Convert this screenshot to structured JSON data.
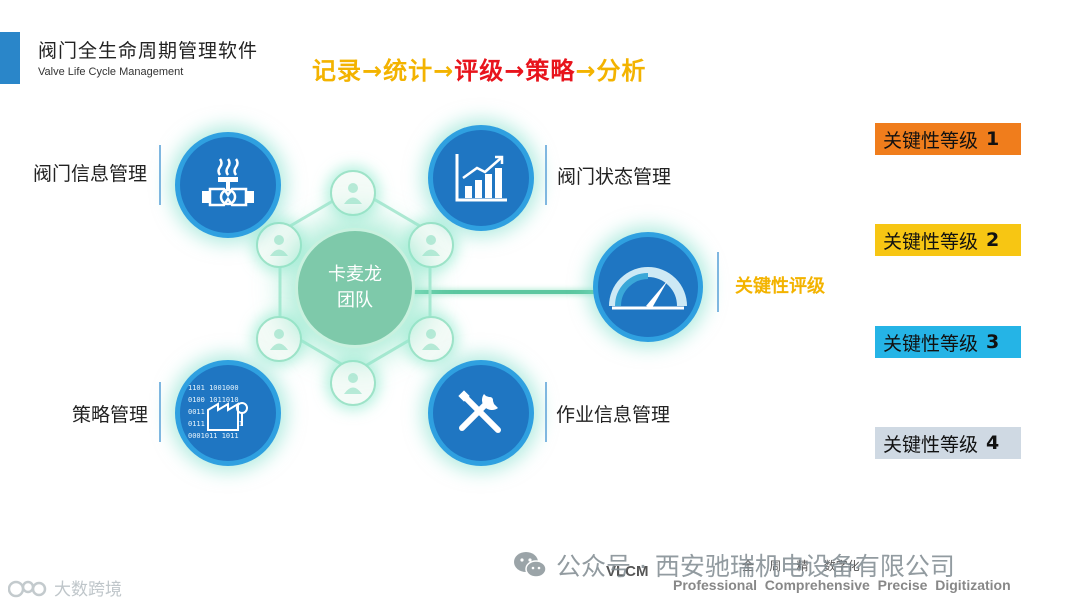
{
  "header": {
    "title_cn": "阀门全生命周期管理软件",
    "title_en": "Valve Life Cycle Management"
  },
  "flow": {
    "step1": "记录",
    "step2": "统计",
    "step3": "评级",
    "step4": "策略",
    "step5": "分析",
    "arrow": "→"
  },
  "center": {
    "line1": "卡麦龙",
    "line2": "团队"
  },
  "modules": {
    "valve_info": "阀门信息管理",
    "valve_status": "阀门状态管理",
    "criticality_rating": "关键性评级",
    "strategy": "策略管理",
    "work_info": "作业信息管理"
  },
  "levels": [
    {
      "text": "关键性等级",
      "num": "1",
      "color": "#f07d1c"
    },
    {
      "text": "关键性等级",
      "num": "2",
      "color": "#f7c613"
    },
    {
      "text": "关键性等级",
      "num": "3",
      "color": "#25b4e6"
    },
    {
      "text": "关键性等级",
      "num": "4",
      "color": "#cfd9e3"
    }
  ],
  "binary_text": "1101 1001000\n0100 1011010\n0011 1111010\n0111 10010101\n0001011 1011",
  "footer": {
    "brand": "VLCM",
    "cn_terms": "全    周    精    数字化",
    "en_terms": "Professional  Comprehensive  Precise  Digitization"
  },
  "watermarks": {
    "wechat": "公众号 · 西安驰瑞机电设备有限公司",
    "corner": "大数跨境"
  },
  "colors": {
    "accent_blue": "#2a86c9",
    "circle_blue": "#1f76c2",
    "glow_green": "#9ee3c8",
    "rating_label": "#f3b300",
    "flow_orange": "#f3b300",
    "flow_red": "#e8141c"
  }
}
